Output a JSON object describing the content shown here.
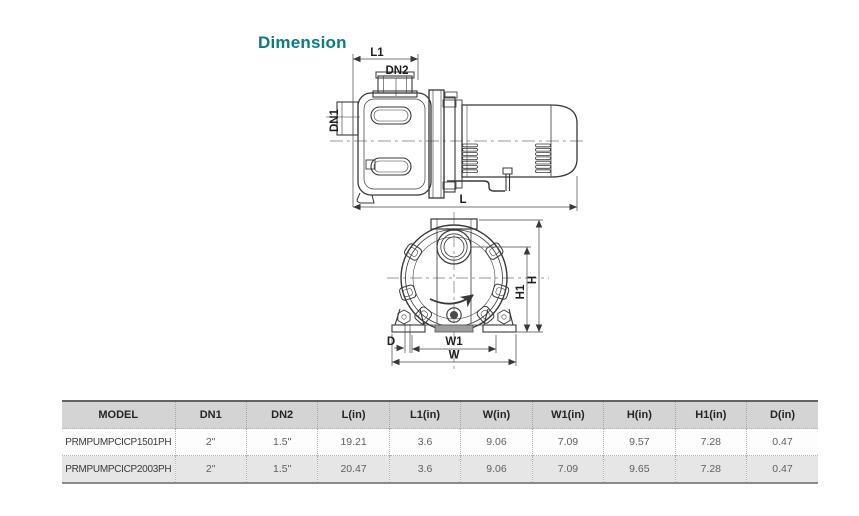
{
  "page": {
    "title": "Dimension"
  },
  "colors": {
    "accent_teal": "#0b7b84",
    "drawing_line": "#383838",
    "table_header_bg": "#d4d4d4",
    "table_alt_row_bg": "#e6e6e6"
  },
  "diagram": {
    "side_view": {
      "labels": {
        "l1": "L1",
        "dn2": "DN2",
        "dn1": "DN1",
        "l": "L"
      }
    },
    "front_view": {
      "labels": {
        "h": "H",
        "h1": "H1",
        "w": "W",
        "w1": "W1",
        "d": "D"
      }
    }
  },
  "table": {
    "columns": [
      "MODEL",
      "DN1",
      "DN2",
      "L(in)",
      "L1(in)",
      "W(in)",
      "W1(in)",
      "H(in)",
      "H1(in)",
      "D(in)"
    ],
    "rows": [
      [
        "PRMPUMPCICP1501PH",
        "2\"",
        "1.5\"",
        "19.21",
        "3.6",
        "9.06",
        "7.09",
        "9.57",
        "7.28",
        "0.47"
      ],
      [
        "PRMPUMPCICP2003PH",
        "2\"",
        "1.5\"",
        "20.47",
        "3.6",
        "9.06",
        "7.09",
        "9.65",
        "7.28",
        "0.47"
      ]
    ]
  }
}
